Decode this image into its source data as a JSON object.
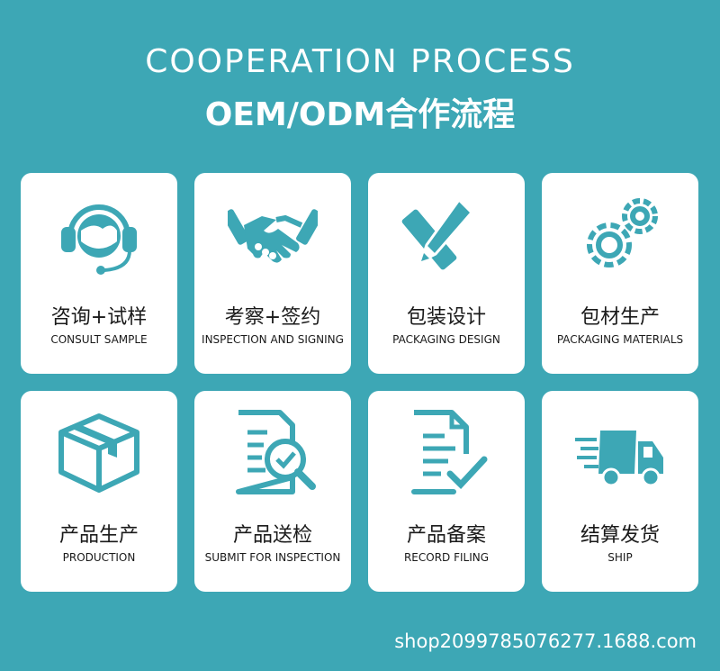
{
  "header": {
    "title_en": "COOPERATION PROCESS",
    "title_cn": "OEM/ODM合作流程"
  },
  "accent_color": "#3da7b5",
  "steps": [
    {
      "cn": "咨询+试样",
      "en": "CONSULT SAMPLE",
      "icon": "headset-support-icon"
    },
    {
      "cn": "考察+签约",
      "en": "INSPECTION AND SIGNING",
      "icon": "handshake-icon"
    },
    {
      "cn": "包装设计",
      "en": "PACKAGING DESIGN",
      "icon": "pencil-ruler-icon"
    },
    {
      "cn": "包材生产",
      "en": "PACKAGING MATERIALS",
      "icon": "gears-icon"
    },
    {
      "cn": "产品生产",
      "en": "PRODUCTION",
      "icon": "box-icon"
    },
    {
      "cn": "产品送检",
      "en": "SUBMIT FOR INSPECTION",
      "icon": "document-magnifier-icon"
    },
    {
      "cn": "产品备案",
      "en": "RECORD FILING",
      "icon": "document-check-icon"
    },
    {
      "cn": "结算发货",
      "en": "SHIP",
      "icon": "delivery-truck-icon"
    }
  ],
  "footer": {
    "watermark": "shop2099785076277.1688.com"
  }
}
